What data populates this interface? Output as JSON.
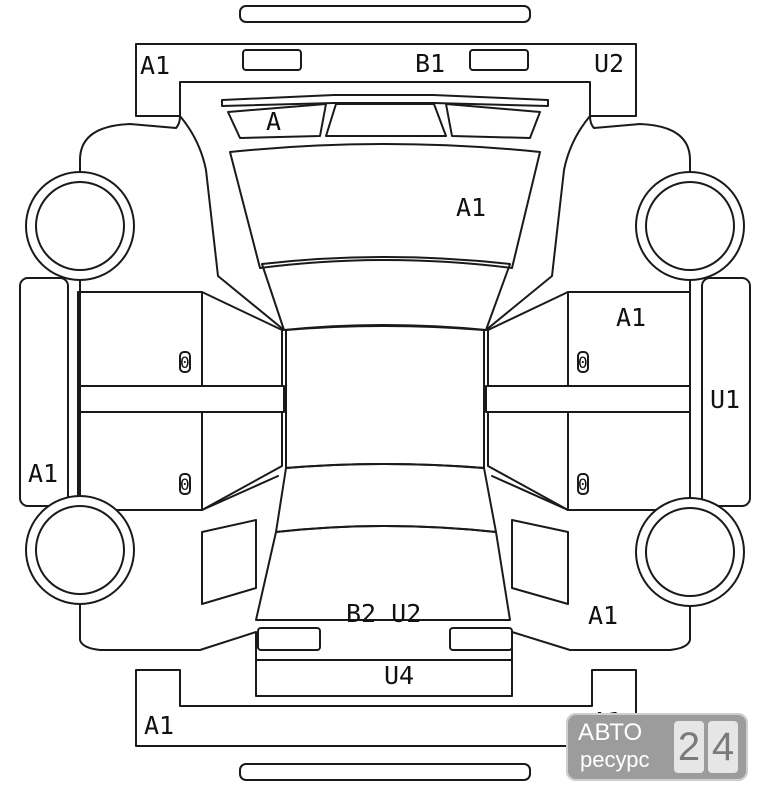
{
  "labels": {
    "front_bumper_left": "A1",
    "front_bumper_center": "B1",
    "front_bumper_right": "U2",
    "windshield": "A",
    "hood": "A1",
    "right_front_door": "A1",
    "right_rocker": "U1",
    "left_rocker": "A1",
    "trunk": "B2 U2",
    "rear_panel": "U4",
    "right_rear_quarter": "A1",
    "rear_bumper_left": "A1",
    "rear_bumper_right": "A1",
    "door_handle_lf": "0",
    "door_handle_lr": "0",
    "door_handle_rf": "0",
    "door_handle_rr": "0"
  },
  "watermark": {
    "line1": "АВТО",
    "line2": "ресурс",
    "digit1": "2",
    "digit2": "4"
  }
}
